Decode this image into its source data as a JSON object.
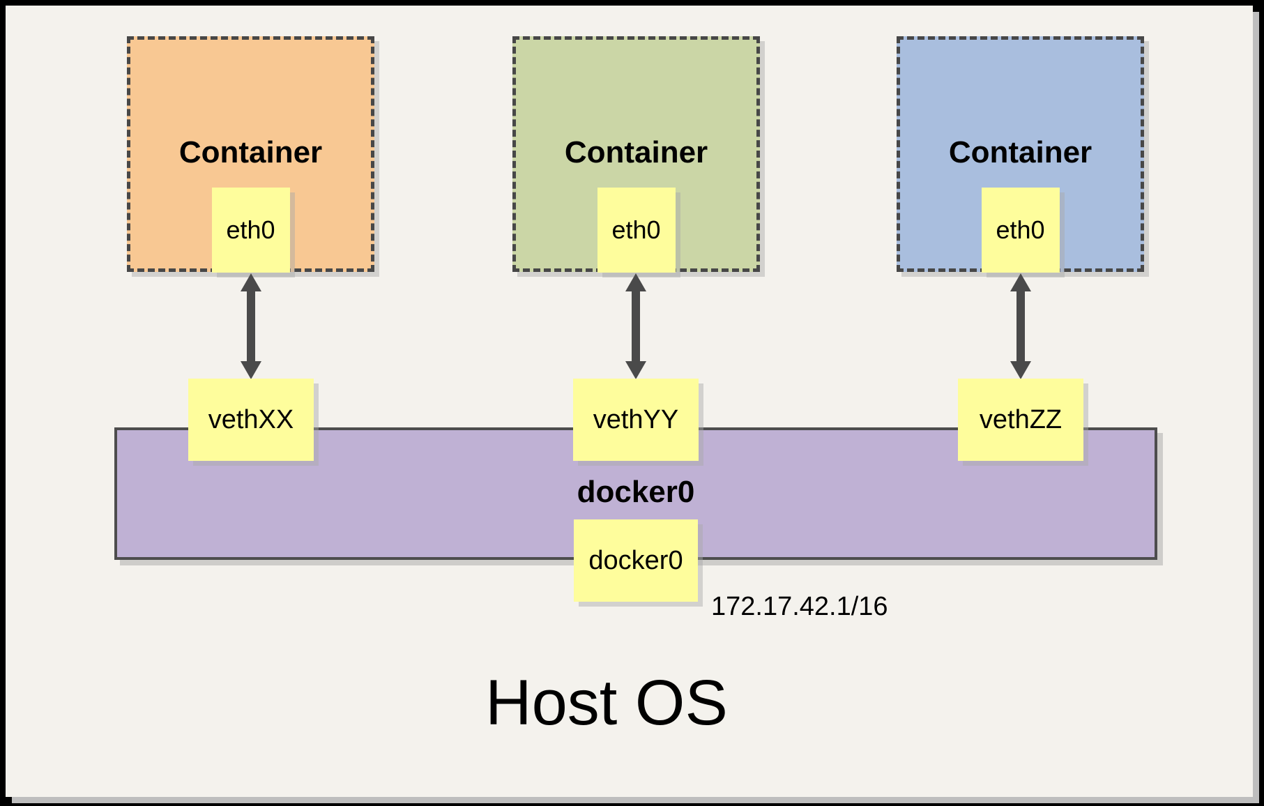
{
  "diagram": {
    "containers": [
      {
        "label": "Container",
        "interface": "eth0",
        "veth": "vethXX",
        "fill": "#F8C893"
      },
      {
        "label": "Container",
        "interface": "eth0",
        "veth": "vethYY",
        "fill": "#CBD6A6"
      },
      {
        "label": "Container",
        "interface": "eth0",
        "veth": "vethZZ",
        "fill": "#A9BEDE"
      }
    ],
    "bridge": {
      "label": "docker0",
      "interface_label": "docker0",
      "ip": "172.17.42.1/16",
      "fill": "#BFB1D4"
    },
    "host_label": "Host OS",
    "colors": {
      "page_background": "#F4F2ED",
      "frame": "#000000",
      "note_fill": "#FEFD9C",
      "dashed_line": "#474747",
      "arrow": "#4A4A4A"
    }
  }
}
